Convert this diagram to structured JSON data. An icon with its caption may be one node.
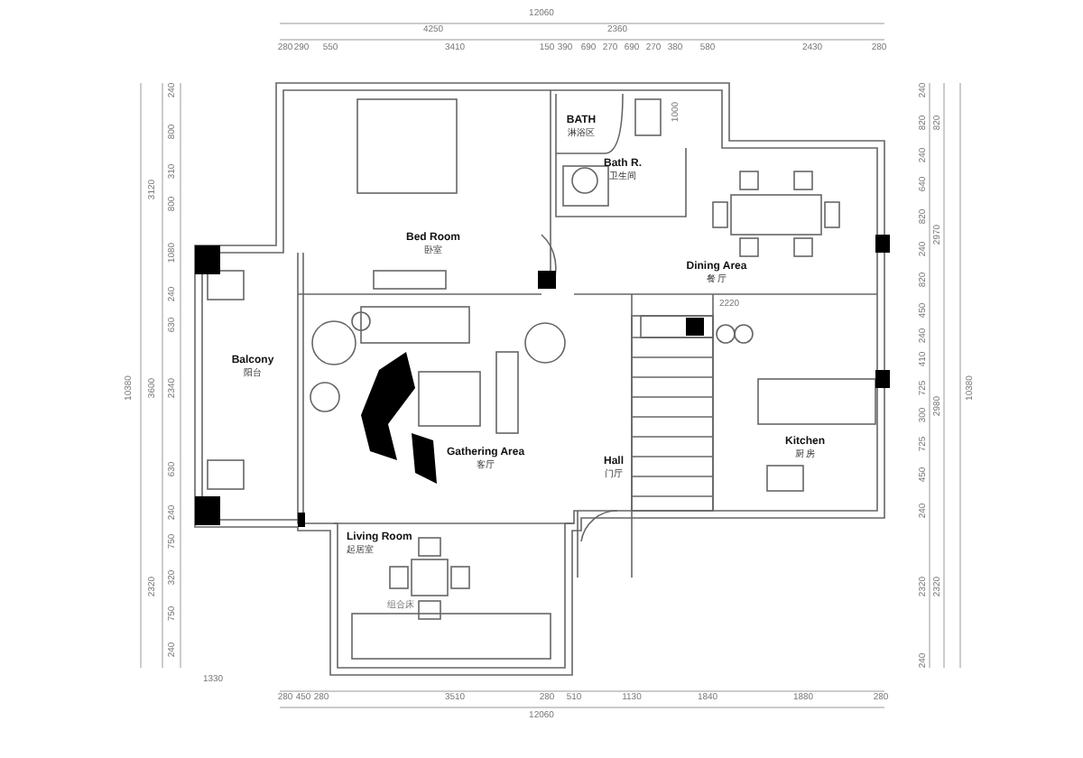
{
  "diagram": {
    "nodes": [
      {
        "text": [
          "Bed Room",
          "卧室"
        ]
      },
      {
        "text": [
          "BATH",
          "淋浴区"
        ]
      },
      {
        "text": [
          "Bath R.",
          "卫生间"
        ]
      },
      {
        "text": [
          "Dining Area",
          "餐 厅"
        ]
      },
      {
        "text": [
          "Balcony",
          "阳台"
        ]
      },
      {
        "text": [
          "Gathering Area",
          "客厅"
        ]
      },
      {
        "text": [
          "Hall",
          "门厅"
        ]
      },
      {
        "text": [
          "Kitchen",
          "厨 房"
        ]
      },
      {
        "text": [
          "Living Room",
          "起居室"
        ]
      }
    ],
    "labels": [
      "12060",
      "4250",
      "2360",
      "280",
      "290",
      "550",
      "3410",
      "150",
      "390",
      "690",
      "270",
      "690",
      "270",
      "380",
      "580",
      "2430",
      "280",
      "10380",
      "3120",
      "240",
      "800",
      "310",
      "800",
      "1080",
      "240",
      "630",
      "3600",
      "2340",
      "630",
      "240",
      "750",
      "2320",
      "320",
      "750",
      "240",
      "10380",
      "240",
      "820",
      "820",
      "240",
      "640",
      "2970",
      "820",
      "240",
      "820",
      "450",
      "240",
      "410",
      "2980",
      "725",
      "300",
      "725",
      "450",
      "240",
      "2320",
      "2320",
      "240",
      "1000",
      "2220",
      "组合床",
      "1330",
      "280",
      "450",
      "280",
      "3510",
      "280",
      "510",
      "1130",
      "1840",
      "1880",
      "280",
      "12060"
    ]
  }
}
